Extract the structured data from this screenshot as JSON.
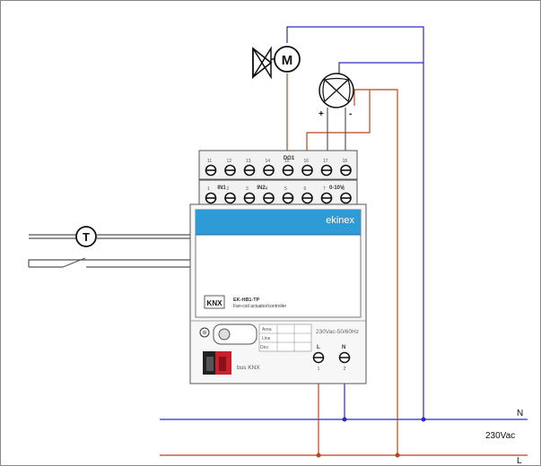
{
  "colors": {
    "neutral_wire": "#2a2ac8",
    "live_wire": "#b8461f",
    "signal_wire": "#555555",
    "panel_blue": "#2f9bd6",
    "terminal_black": "#222222",
    "bus_red": "#c8202c"
  },
  "icons": {
    "valve": "valve-symbol",
    "motor": "motor-symbol",
    "fan": "fan-symbol",
    "thermostat": "temperature-sensor-symbol",
    "switch": "switch-symbol",
    "knx_logo": "knx-logo"
  },
  "symbols": {
    "motor_label": "M",
    "thermostat_label": "T",
    "fan_plus": "+",
    "fan_minus": "-"
  },
  "device": {
    "brand": "ekinex",
    "model": "EK-HB1-TP",
    "description": "Fan-coil actuator/controller",
    "knx_logo_text": "KNX",
    "power_rating": "230Vac-50/60Hz",
    "id_fields": [
      "Area",
      "Line",
      "Dev."
    ],
    "bus_label": "bus KNX",
    "top_terminal_numbers": [
      "11",
      "12",
      "13",
      "14",
      "15",
      "16",
      "17",
      "18"
    ],
    "top_group_labels": {
      "do1": "DO1"
    },
    "bottom_terminal_numbers": [
      "1",
      "2",
      "3",
      "4",
      "5",
      "6",
      "7",
      "8"
    ],
    "bottom_group_labels": {
      "in1": "IN1",
      "in2": "IN2",
      "analog": "0-10V"
    },
    "power_terminals": {
      "l_label": "L",
      "n_label": "N",
      "l_number": "1",
      "n_number": "2"
    }
  },
  "supply": {
    "n_label": "N",
    "voltage_label": "230Vac",
    "l_label": "L"
  }
}
